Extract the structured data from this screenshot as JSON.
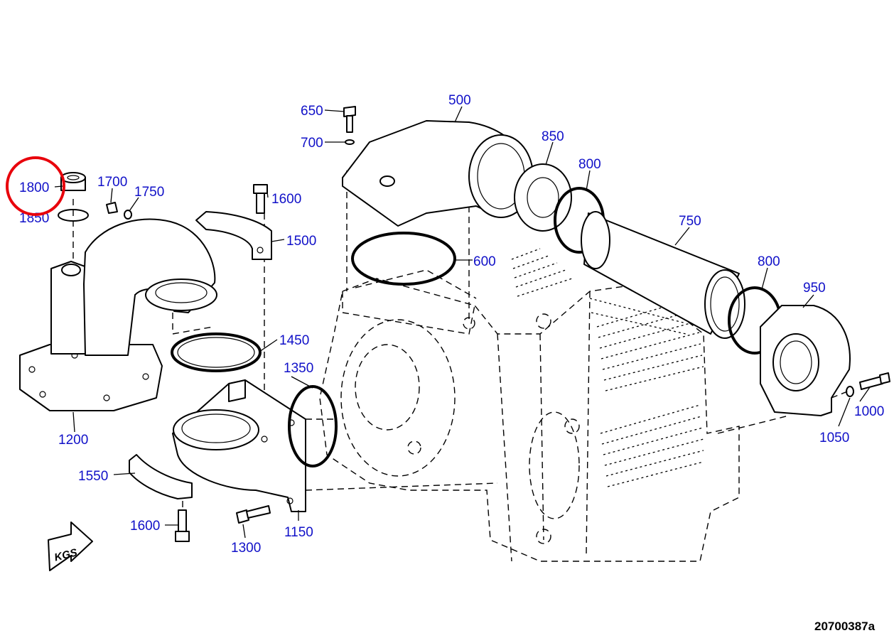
{
  "diagram": {
    "figure_id": "20700387a",
    "direction_arrow_text": "KGS",
    "highlight_color": "#e8000b",
    "label_color": "#1010c8",
    "line_color": "#000000",
    "highlighted_part": "1800",
    "part_labels": {
      "p500": "500",
      "p600": "600",
      "p650": "650",
      "p700": "700",
      "p750": "750",
      "p800a": "800",
      "p800b": "800",
      "p850": "850",
      "p950": "950",
      "p1000": "1000",
      "p1050": "1050",
      "p1150": "1150",
      "p1200": "1200",
      "p1300": "1300",
      "p1350": "1350",
      "p1450": "1450",
      "p1500": "1500",
      "p1550": "1550",
      "p1600a": "1600",
      "p1600b": "1600",
      "p1700": "1700",
      "p1750": "1750",
      "p1800": "1800",
      "p1850": "1850"
    }
  }
}
